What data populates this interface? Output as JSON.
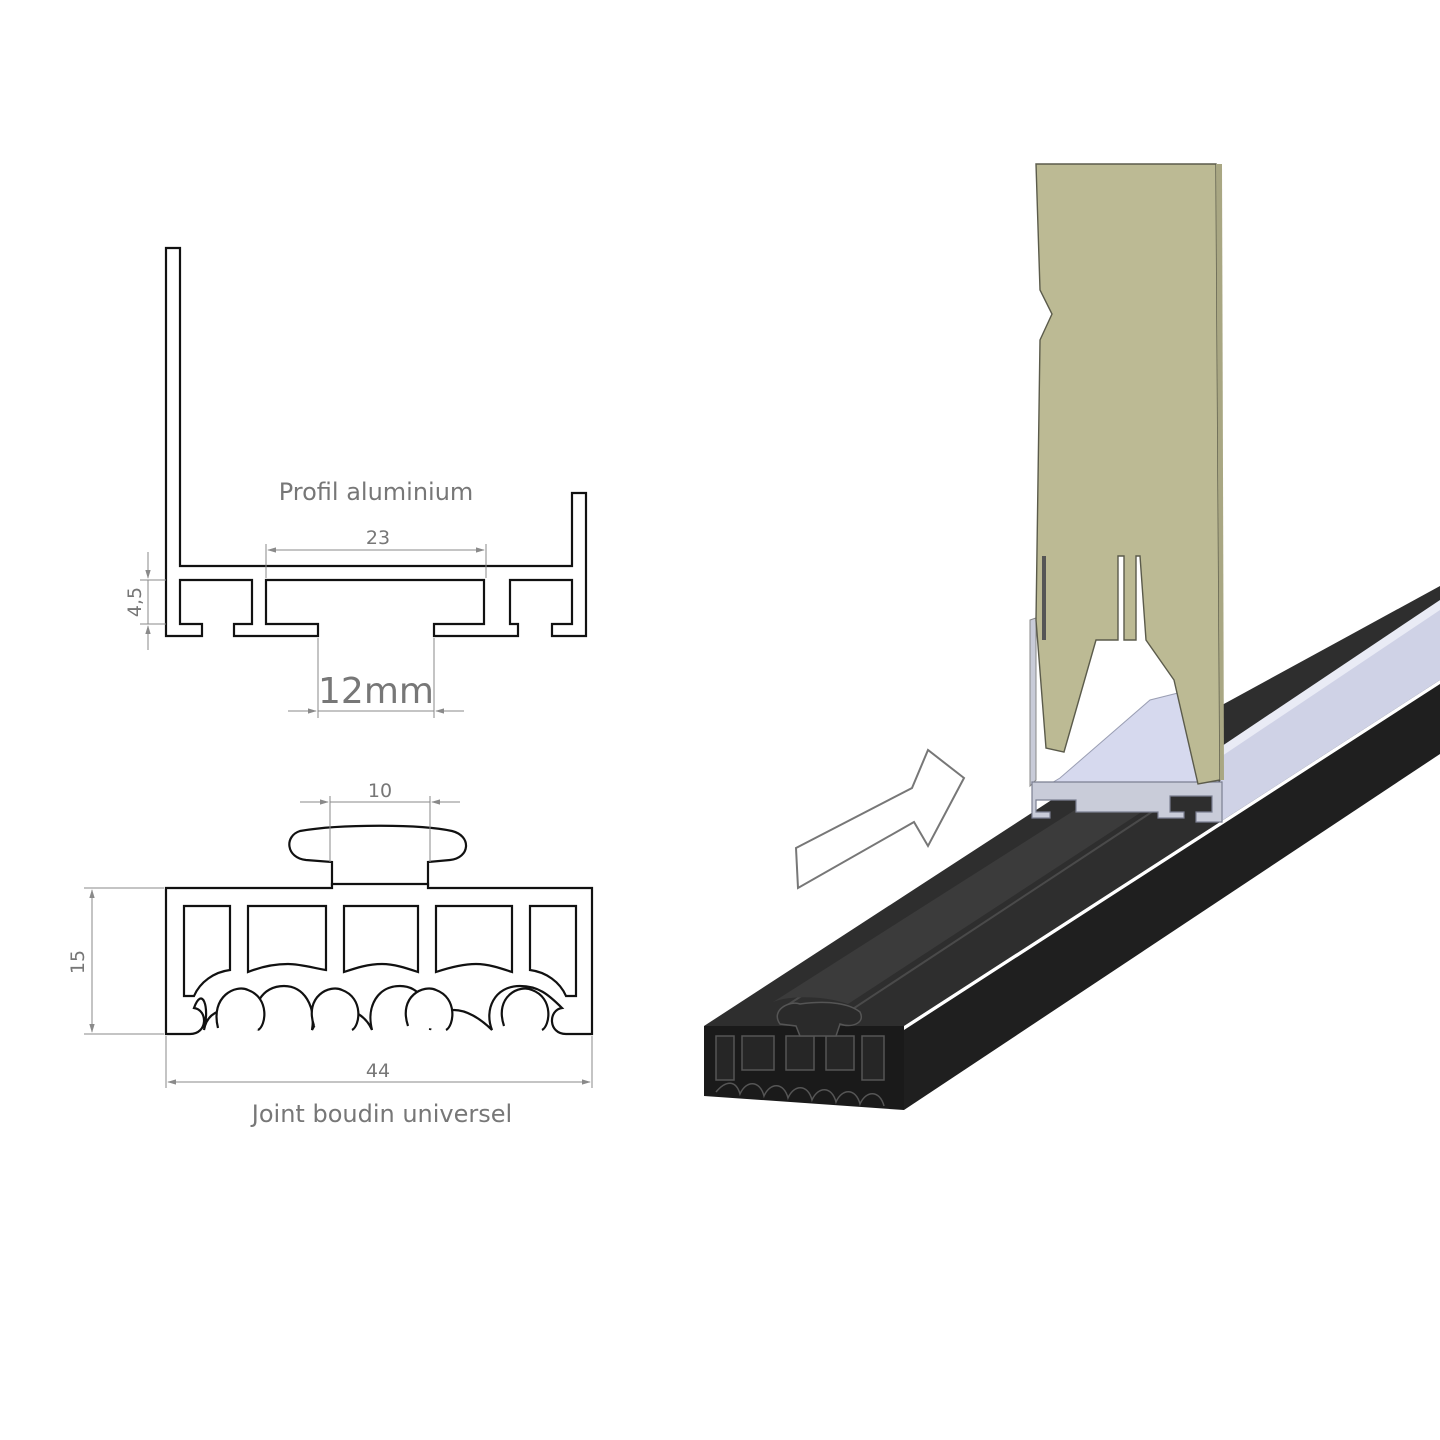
{
  "profile": {
    "label": "Profil aluminium",
    "dim_width": "23",
    "dim_height": "4,5",
    "dim_slot": "12mm"
  },
  "gasket": {
    "label": "Joint boudin universel",
    "dim_top": "10",
    "dim_height": "15",
    "dim_width": "44"
  },
  "render": {
    "panel_color": "#bcba94",
    "profile_color": "#d7dbe8",
    "gasket_color": "#262626",
    "arrow_color": "#ffffff"
  }
}
